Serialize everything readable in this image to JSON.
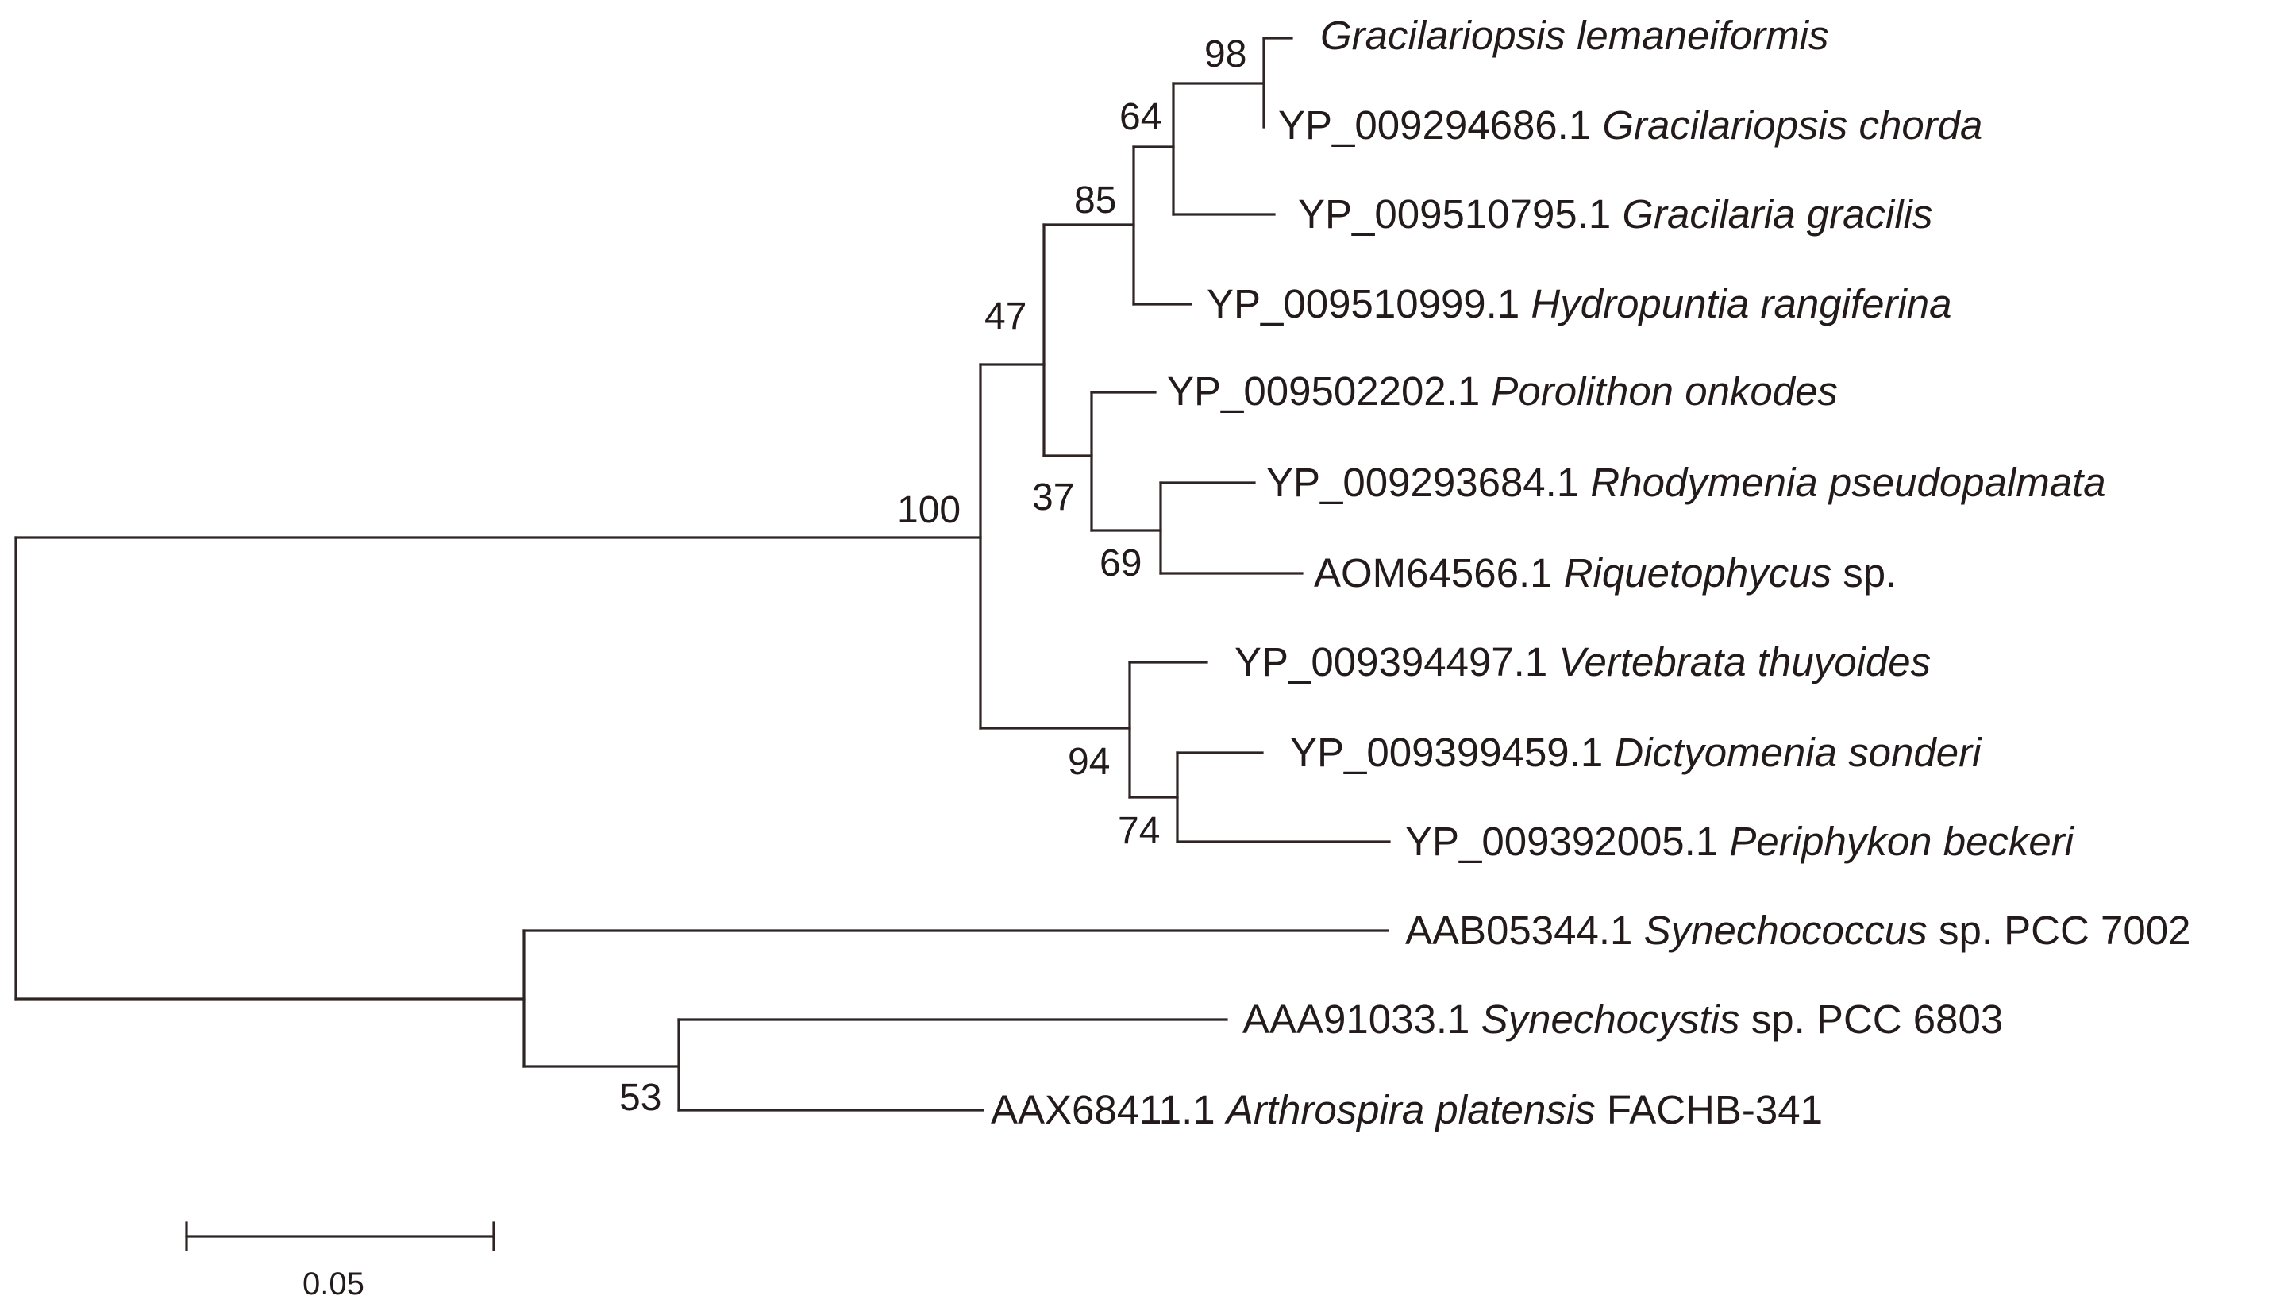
{
  "taxa": [
    {
      "accession": "",
      "species": "Gracilariopsis lemaneiformis",
      "suffix": ""
    },
    {
      "accession": "YP_009294686.1",
      "species": "Gracilariopsis chorda",
      "suffix": ""
    },
    {
      "accession": "YP_009510795.1",
      "species": "Gracilaria gracilis",
      "suffix": ""
    },
    {
      "accession": "YP_009510999.1",
      "species": "Hydropuntia rangiferina",
      "suffix": ""
    },
    {
      "accession": "YP_009502202.1",
      "species": "Porolithon onkodes",
      "suffix": ""
    },
    {
      "accession": "YP_009293684.1",
      "species": "Rhodymenia pseudopalmata",
      "suffix": ""
    },
    {
      "accession": "AOM64566.1",
      "species": "Riquetophycus",
      "suffix": "sp."
    },
    {
      "accession": "YP_009394497.1",
      "species": "Vertebrata thuyoides",
      "suffix": ""
    },
    {
      "accession": "YP_009399459.1",
      "species": "Dictyomenia sonderi",
      "suffix": ""
    },
    {
      "accession": "YP_009392005.1",
      "species": "Periphykon beckeri",
      "suffix": ""
    },
    {
      "accession": "AAB05344.1",
      "species": "Synechococcus",
      "suffix": "sp. PCC 7002"
    },
    {
      "accession": "AAA91033.1",
      "species": "Synechocystis",
      "suffix": "sp. PCC 6803"
    },
    {
      "accession": "AAX68411.1",
      "species": "Arthrospira platensis",
      "suffix": "FACHB-341"
    }
  ],
  "bootstrap": [
    "98",
    "64",
    "85",
    "47",
    "100",
    "37",
    "69",
    "94",
    "74",
    "53"
  ],
  "scale_bar": {
    "label": "0.05",
    "length": 0.05
  }
}
